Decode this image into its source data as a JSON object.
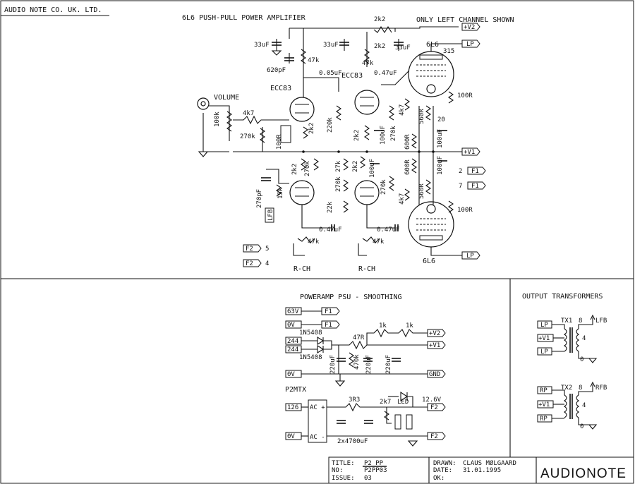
{
  "company": "AUDIO NOTE CO. UK. LTD.",
  "amp_title": "6L6 PUSH-PULL POWER AMPLIFIER",
  "channel_note": "ONLY LEFT CHANNEL SHOWN",
  "psu_title": "POWERAMP PSU - SMOOTHING",
  "ot_title": "OUTPUT TRANSFORMERS",
  "labels": {
    "volume": "VOLUME",
    "ecc83_a": "ECC83",
    "ecc83_b": "ECC83",
    "tube_6l6_top": "6L6",
    "tube_6l6_bot": "6L6",
    "sub_315": "315",
    "r_2k2_top": "2k2",
    "r_2k2_mid": "2k2",
    "c_33uf_a": "33uF",
    "c_33uf_b": "33uF",
    "c_33uf_c": "33uF",
    "r_47k_a": "47k",
    "r_47k_b": "47k",
    "c_620pf": "620pF",
    "c_005uf": "0.05uF",
    "c_047uf_a": "0.47uF",
    "r_4k7_vol": "4k7",
    "r_100k": "100k",
    "r_270k_a": "270k",
    "r_100r_a": "100R",
    "r_2k2_b": "2k2",
    "r_220k": "220k",
    "r_2k2_c": "2k2",
    "c_100uf_a": "100uF",
    "r_270k_b": "270k",
    "r_4k7_b": "4k7",
    "r_560r_a": "560R",
    "c_100uf_b": "100uF",
    "r_600r_a": "600R",
    "r_600r_b": "600R",
    "c_100uf_c": "100uF",
    "r_560r_b": "560R",
    "r_4k7_c": "4k7",
    "r_100r_top": "100R",
    "r_100r_bot": "100R",
    "n20": "20",
    "r_2k2_d": "2k2",
    "r_270k_c": "270k",
    "r_27k": "27k",
    "r_2k2_e": "2k2",
    "c_100uf_d": "100uF",
    "r_270k_d": "270k",
    "r_22k": "22k",
    "r_270k_e": "270k",
    "c_270pf": "270pF",
    "r_15k": "15k",
    "r_47k_c": "47k",
    "r_47k_d": "47k",
    "c_047uf_b": "0.47uF",
    "c_047uf_c": "0.47uF",
    "rch_a": "R-CH",
    "rch_b": "R-CH",
    "lfb": "LFB"
  },
  "connectors": {
    "v2": "+V2",
    "lp_top": "LP",
    "v1": "+V1",
    "f1_2": "F1",
    "f1_7": "F1",
    "pin_2": "2",
    "pin_7": "7",
    "lp_bot": "LP",
    "f2_5": "F2",
    "f2_4": "F2",
    "pin_5": "5",
    "pin_4": "4"
  },
  "psu": {
    "in_63v": "63V",
    "f1_a": "F1",
    "in_0v_a": "0V",
    "f1_b": "F1",
    "in_244_a": "244",
    "in_244_b": "244",
    "d_top": "1N5408",
    "d_bot": "1N5408",
    "r_47r": "47R",
    "r_1k_a": "1k",
    "r_1k_b": "1k",
    "c_220uf_a": "220uF",
    "r_470k": "470k",
    "c_220uf_b": "220uF",
    "c_220uf_c": "220uF",
    "in_0v_b": "0V",
    "gnd": "GND",
    "out_v2": "+V2",
    "out_v1": "+V1",
    "p2mtx": "P2MTX",
    "in_126": "126",
    "ac_plus": "AC +",
    "ac_minus": "AC -",
    "r_3r3": "3R3",
    "r_2k7": "2k7",
    "led": "LED",
    "v126": "12.6V",
    "f2_a": "F2",
    "in_0v_c": "0V",
    "f2_b": "F2",
    "c_4700": "2x4700uF"
  },
  "ot": {
    "tx1": "TX1",
    "tx2": "TX2",
    "n8_a": "8",
    "n8_b": "8",
    "lfb": "LFB",
    "rfb": "RFB",
    "lp_a": "LP",
    "v1_a": "+V1",
    "lp_b": "LP",
    "rp_a": "RP",
    "v1_b": "+V1",
    "rp_b": "RP",
    "n4_a": "4",
    "n4_b": "4",
    "n0_a": "0",
    "n0_b": "0"
  },
  "title_block": {
    "title_key": "TITLE:",
    "title_val": "P2 PP",
    "no_key": "NO:",
    "no_val": "P2PP03",
    "issue_key": "ISSUE:",
    "issue_val": "03",
    "drawn_key": "DRAWN:",
    "drawn_val": "CLAUS MØLGAARD",
    "date_key": "DATE:",
    "date_val": "31.01.1995",
    "ok_key": "OK:",
    "logo": "AUDIONOTE"
  }
}
